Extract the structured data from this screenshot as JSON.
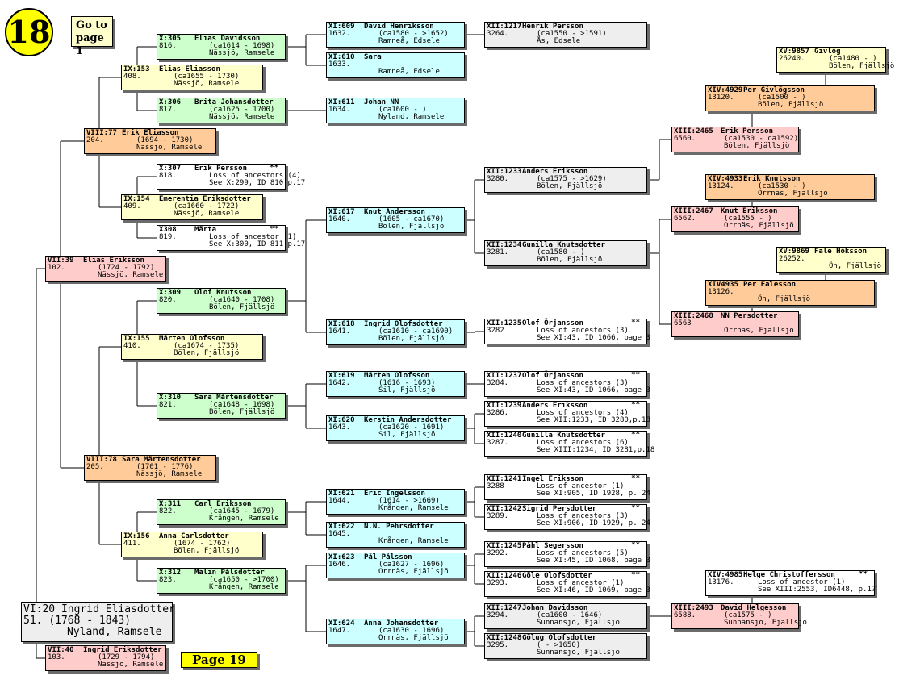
{
  "page_badge": "18",
  "goto_label": "Go to page 1",
  "page_link": "Page 19",
  "persons": [
    {
      "id": "p0",
      "gen": "VI:20",
      "name": "Ingrid Eliasdotter",
      "num": "51.",
      "dates": "(1768 - 1843)",
      "place": "Nyland, Ramsele"
    },
    {
      "id": "p1",
      "gen": "VII:40",
      "name": "Ingrid Eriksdotter",
      "num": "103.",
      "dates": "(1729 - 1794)",
      "place": "Nässjö, Ramsele"
    },
    {
      "id": "p2",
      "gen": "VII:39",
      "name": "Elias Eriksson",
      "num": "102.",
      "dates": "(1724 - 1792)",
      "place": "Nässjö, Ramsele"
    },
    {
      "id": "p3",
      "gen": "VIII:77",
      "name": "Erik Eliasson",
      "num": "204.",
      "dates": "(1694 - 1730)",
      "place": "Nässjö, Ramsele"
    },
    {
      "id": "p4",
      "gen": "VIII:78",
      "name": "Sara Mårtensdotter",
      "num": "205.",
      "dates": "(1701 - 1776)",
      "place": "Nässjö, Ramsele"
    },
    {
      "id": "p5",
      "gen": "IX:153",
      "name": "Elias Eliasson",
      "num": "408.",
      "dates": "(ca1655 - 1730)",
      "place": "Nässjö, Ramsele"
    },
    {
      "id": "p6",
      "gen": "IX:154",
      "name": "Emerentia Eriksdotter",
      "num": "409.",
      "dates": "(ca1660 - 1722)",
      "place": "Nässjö, Ramsele"
    },
    {
      "id": "p7",
      "gen": "IX:155",
      "name": "Mårten Olofsson",
      "num": "410.",
      "dates": "(ca1674 - 1735)",
      "place": "Bölen, Fjällsjö"
    },
    {
      "id": "p8",
      "gen": "IX:156",
      "name": "Anna Carlsdotter",
      "num": "411.",
      "dates": "(1674 - 1762)",
      "place": "Bölen, Fjällsjö"
    },
    {
      "id": "p9",
      "gen": "X:305",
      "name": "Elias Davidsson",
      "num": "816.",
      "dates": "(ca1614 - 1698)",
      "place": "Nässjö, Ramsele"
    },
    {
      "id": "p10",
      "gen": "X:306",
      "name": "Brita Johansdotter",
      "num": "817.",
      "dates": "(ca1625 - 1700)",
      "place": "Nässjö, Ramsele"
    },
    {
      "id": "p11",
      "gen": "X:307",
      "name": "Erik Persson",
      "num": "818.",
      "dates": "Loss of ancestors (4)",
      "place": "See X:299, ID 810,p.17",
      "star": "**"
    },
    {
      "id": "p12",
      "gen": "X308",
      "name": "Märta",
      "num": "819.",
      "dates": "Loss of ancestor (1)",
      "place": "See X:300, ID 811,p.17",
      "star": "**"
    },
    {
      "id": "p13",
      "gen": "X:309",
      "name": "Olof Knutsson",
      "num": "820.",
      "dates": "(ca1640 - 1708)",
      "place": "Bölen, Fjällsjö"
    },
    {
      "id": "p14",
      "gen": "X:310",
      "name": "Sara Mårtensdotter",
      "num": "821.",
      "dates": "(ca1648 - 1698)",
      "place": "Bölen, Fjällsjö"
    },
    {
      "id": "p15",
      "gen": "X:311",
      "name": "Carl Eriksson",
      "num": "822.",
      "dates": "(ca1645 - 1679)",
      "place": "Krången, Ramsele"
    },
    {
      "id": "p16",
      "gen": "X:312",
      "name": "Malin Pålsdotter",
      "num": "823.",
      "dates": "(ca1650 - >1700)",
      "place": "Krången, Ramsele"
    },
    {
      "id": "p17",
      "gen": "XI:609",
      "name": "David Henriksson",
      "num": "1632.",
      "dates": "(ca1580 - >1652)",
      "place": "Ramneå, Edsele"
    },
    {
      "id": "p18",
      "gen": "XI:610",
      "name": "Sara",
      "num": "1633.",
      "dates": "",
      "place": "Ramneå, Edsele"
    },
    {
      "id": "p19",
      "gen": "XI:611",
      "name": "Johan NN",
      "num": "1634.",
      "dates": "(ca1600 - )",
      "place": "Nyland, Ramsele"
    },
    {
      "id": "p20",
      "gen": "XI:617",
      "name": "Knut Andersson",
      "num": "1640.",
      "dates": "(1605 - ca1670)",
      "place": "Bölen, Fjällsjö"
    },
    {
      "id": "p21",
      "gen": "XI:618",
      "name": "Ingrid Olofsdotter",
      "num": "1641.",
      "dates": "(ca1610 - ca1690)",
      "place": "Bölen, Fjällsjö"
    },
    {
      "id": "p22",
      "gen": "XI:619",
      "name": "Mårten Olofsson",
      "num": "1642.",
      "dates": "(1616 - 1693)",
      "place": "Sil, Fjällsjö"
    },
    {
      "id": "p23",
      "gen": "XI:620",
      "name": "Kerstin Andersdotter",
      "num": "1643.",
      "dates": "(ca1620 - 1691)",
      "place": "Sil, Fjällsjö"
    },
    {
      "id": "p24",
      "gen": "XI:621",
      "name": "Eric Ingelsson",
      "num": "1644.",
      "dates": "(1614 - >1669)",
      "place": "Krången, Ramsele"
    },
    {
      "id": "p25",
      "gen": "XI:622",
      "name": "N.N. Pehrsdotter",
      "num": "1645.",
      "dates": "",
      "place": "Krången, Ramsele"
    },
    {
      "id": "p26",
      "gen": "XI:623",
      "name": "Pål Pålsson",
      "num": "1646.",
      "dates": "(ca1627 - 1696)",
      "place": "Orrnäs, Fjällsjö"
    },
    {
      "id": "p27",
      "gen": "XI:624",
      "name": "Anna Johansdotter",
      "num": "1647.",
      "dates": "(ca1630 - 1696)",
      "place": "Orrnäs, Fjällsjö"
    },
    {
      "id": "p28",
      "gen": "XII:1217",
      "name": "Henrik Persson",
      "num": "3264.",
      "dates": "(ca1550 - >1591)",
      "place": "Ås, Edsele"
    },
    {
      "id": "p29",
      "gen": "XII:1233",
      "name": "Anders Eriksson",
      "num": "3280.",
      "dates": "(ca1575 - >1629)",
      "place": "Bölen, Fjällsjö"
    },
    {
      "id": "p30",
      "gen": "XII:1234",
      "name": "Gunilla Knutsdotter",
      "num": "3281.",
      "dates": "(ca1580 - )",
      "place": "Bölen, Fjällsjö"
    },
    {
      "id": "p31",
      "gen": "XII:1235",
      "name": "Olof Örjansson",
      "num": "3282",
      "dates": "Loss of ancestors (3)",
      "place": "See XI:43, ID 1066, page 3",
      "star": "**"
    },
    {
      "id": "p32",
      "gen": "XII:1237",
      "name": "Olof Örjansson",
      "num": "3284.",
      "dates": "Loss of ancestors (3)",
      "place": "See XI:43, ID 1066, page 3",
      "star": "**"
    },
    {
      "id": "p33",
      "gen": "XII:1239",
      "name": "Anders Eriksson",
      "num": "3286.",
      "dates": "Loss of ancestors (4)",
      "place": "See XII:1233, ID 3280,p.18",
      "star": "**"
    },
    {
      "id": "p34",
      "gen": "XII:1240",
      "name": "Gunilla Knutsdotter",
      "num": "3287.",
      "dates": "Loss of ancestors (6)",
      "place": "See XIII:1234, ID 3281,p.18",
      "star": "**"
    },
    {
      "id": "p35",
      "gen": "XII:1241",
      "name": "Ingel Eriksson",
      "num": "3288",
      "dates": "Loss of ancestor (1)",
      "place": "See XI:905, ID 1928, p. 24",
      "star": "**"
    },
    {
      "id": "p36",
      "gen": "XII:1242",
      "name": "Sigrid Persdotter",
      "num": "3289.",
      "dates": "Loss of ancestors (3)",
      "place": "See XI:906, ID 1929, p. 24",
      "star": "**"
    },
    {
      "id": "p37",
      "gen": "XII:1245",
      "name": "Påhl Segersson",
      "num": "3292.",
      "dates": "Loss of ancestors (5)",
      "place": "See XI:45, ID 1068, page 3",
      "star": "**"
    },
    {
      "id": "p38",
      "gen": "XII:1246",
      "name": "Göle Olofsdotter",
      "num": "3293.",
      "dates": "Loss of ancestor (1)",
      "place": "See XI:46, ID 1069, page 3",
      "star": "**"
    },
    {
      "id": "p39",
      "gen": "XII:1247",
      "name": "Johan Davidsson",
      "num": "3294.",
      "dates": "(ca1600 - 1646)",
      "place": "Sunnansjö, Fjällsjö"
    },
    {
      "id": "p40",
      "gen": "XII:1248",
      "name": "Gölug Olofsdotter",
      "num": "3295.",
      "dates": "( - >1650)",
      "place": "Sunnansjö, Fjällsjö"
    },
    {
      "id": "p41",
      "gen": "XIII:2465",
      "name": "Erik Persson",
      "num": "6560.",
      "dates": "(ca1530 - ca1592)",
      "place": "Bölen, Fjällsjö"
    },
    {
      "id": "p42",
      "gen": "XIII:2467",
      "name": "Knut Eriksson",
      "num": "6562.",
      "dates": "(ca1555 - )",
      "place": "Orrnäs, Fjällsjö"
    },
    {
      "id": "p43",
      "gen": "XIII:2468",
      "name": "NN Persdotter",
      "num": "6563",
      "dates": "",
      "place": "Orrnäs, Fjällsjö"
    },
    {
      "id": "p44",
      "gen": "XIII:2493",
      "name": "David Helgesson",
      "num": "6588.",
      "dates": "(ca1575 - )",
      "place": "Sunnansjö, Fjällsjö"
    },
    {
      "id": "p45",
      "gen": "XIV:4929",
      "name": "Per Givlögsson",
      "num": "13120.",
      "dates": "(ca1500 - )",
      "place": "Bölen, Fjällsjö"
    },
    {
      "id": "p46",
      "gen": "XIV:4933",
      "name": "Erik Knutsson",
      "num": "13124.",
      "dates": "(ca1530 - )",
      "place": "Orrnäs, Fjällsjö"
    },
    {
      "id": "p47",
      "gen": "XIV4935",
      "name": "Per Falesson",
      "num": "13126.",
      "dates": "",
      "place": "Ön, Fjällsjö"
    },
    {
      "id": "p48",
      "gen": "XIV:4985",
      "name": "Helge Christoffersson",
      "num": "13176.",
      "dates": "Loss of ancestor (1)",
      "place": "See XIII:2553, ID6448, p.17",
      "star": "**"
    },
    {
      "id": "p49",
      "gen": "XV:9857",
      "name": "Givlög",
      "num": "26240.",
      "dates": "(ca1480 - )",
      "place": "Bölen, Fjällsjö"
    },
    {
      "id": "p50",
      "gen": "XV:9869",
      "name": "Fale Höksson",
      "num": "26252.",
      "dates": "",
      "place": "Ön, Fjällsjö"
    }
  ],
  "colors": {
    "green": "#ccffcc",
    "yellow": "#ffffcc",
    "orange": "#ffcc99",
    "pink": "#ffcccc",
    "cyan": "#ccffff",
    "grey": "#eeeeee",
    "white": "#ffffff",
    "badge": "#ffff00"
  }
}
